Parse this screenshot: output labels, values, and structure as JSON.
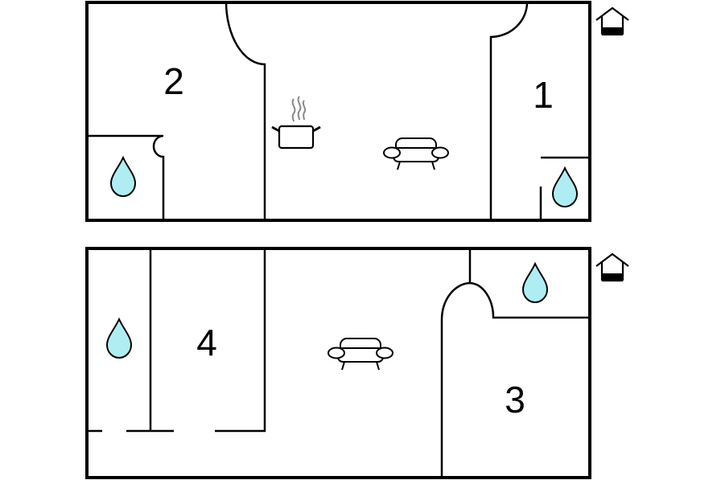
{
  "floors": [
    {
      "id": "ground-floor",
      "rooms": [
        {
          "id": "bedroom-2",
          "label": "2"
        },
        {
          "id": "bedroom-1",
          "label": "1"
        }
      ],
      "icons": [
        "kitchen-pot-icon",
        "sofa-icon",
        "bathroom-drop-icon",
        "bathroom-drop-icon",
        "floor-level-house-icon"
      ]
    },
    {
      "id": "upper-floor",
      "rooms": [
        {
          "id": "bedroom-4",
          "label": "4"
        },
        {
          "id": "bedroom-3",
          "label": "3"
        }
      ],
      "icons": [
        "sofa-icon",
        "bathroom-drop-icon",
        "bathroom-drop-icon",
        "floor-level-house-icon"
      ]
    }
  ],
  "colors": {
    "wall": "#000000",
    "water_drop": "#aeeef2",
    "steam": "#888888",
    "background": "#ffffff"
  }
}
